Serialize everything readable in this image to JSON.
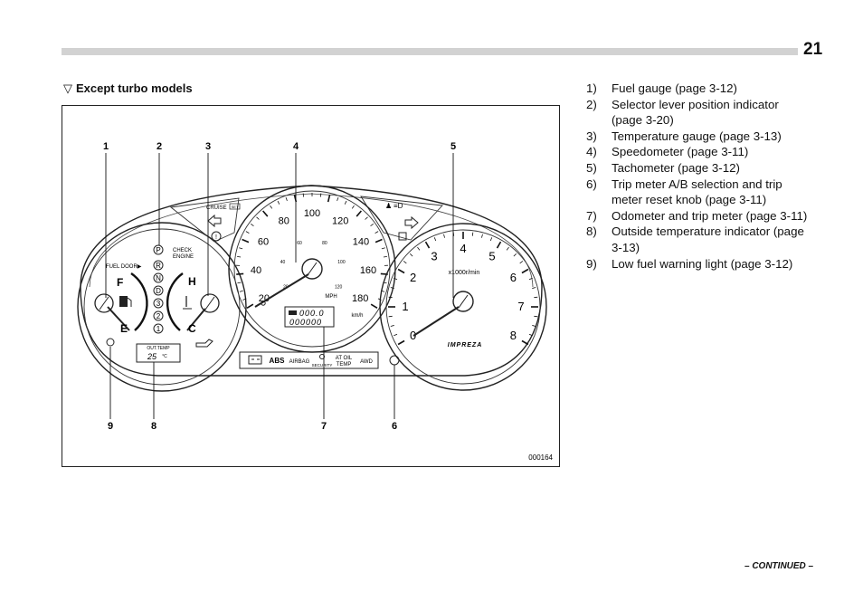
{
  "page": {
    "number": "21",
    "continued": "– CONTINUED –"
  },
  "section": {
    "marker": "▽",
    "title": "Except turbo models"
  },
  "figure": {
    "code": "000164",
    "callouts_top": [
      "1",
      "2",
      "3",
      "4",
      "5"
    ],
    "callouts_bottom": [
      "9",
      "8",
      "7",
      "6"
    ],
    "fuel_door": "FUEL DOOR▶",
    "fuel_full": "F",
    "fuel_empty": "E",
    "temp_hot": "H",
    "temp_cold": "C",
    "gears": [
      "P",
      "R",
      "N",
      "D",
      "3",
      "2",
      "1"
    ],
    "check_engine": [
      "CHECK",
      "ENGINE"
    ],
    "out_temp_label": "OUT.TEMP",
    "out_temp_value": "25",
    "out_temp_unit": "°C",
    "cruise": "CRUISE",
    "set": "SET",
    "speed_kmh": [
      "20",
      "40",
      "60",
      "80",
      "100",
      "120",
      "140",
      "160",
      "180"
    ],
    "speed_mph": [
      "20",
      "40",
      "60",
      "80",
      "100",
      "120"
    ],
    "mph": "MPH",
    "kmh": "km/h",
    "trip_value": "000.0",
    "odo_value": "000000",
    "tacho_numbers": [
      "0",
      "1",
      "2",
      "3",
      "4",
      "5",
      "6",
      "7",
      "8"
    ],
    "tacho_unit": "x1000r/min",
    "brand": "IMPREZA",
    "warnings": [
      "ABS",
      "AIRBAG",
      "SECURITY",
      "AT OIL",
      "TEMP",
      "AWD"
    ]
  },
  "legend": [
    {
      "num": "1)",
      "lines": [
        "Fuel gauge (page 3-12)"
      ]
    },
    {
      "num": "2)",
      "lines": [
        "Selector lever position indicator",
        "(page 3-20)"
      ]
    },
    {
      "num": "3)",
      "lines": [
        "Temperature gauge (page 3-13)"
      ]
    },
    {
      "num": "4)",
      "lines": [
        "Speedometer (page 3-11)"
      ]
    },
    {
      "num": "5)",
      "lines": [
        "Tachometer (page 3-12)"
      ]
    },
    {
      "num": "6)",
      "lines": [
        "Trip meter A/B selection and trip",
        "meter reset knob (page 3-11)"
      ]
    },
    {
      "num": "7)",
      "lines": [
        "Odometer and trip meter (page 3-11)"
      ]
    },
    {
      "num": "8)",
      "lines": [
        "Outside temperature indicator (page",
        "3-13)"
      ]
    },
    {
      "num": "9)",
      "lines": [
        "Low fuel warning light (page 3-12)"
      ]
    }
  ]
}
